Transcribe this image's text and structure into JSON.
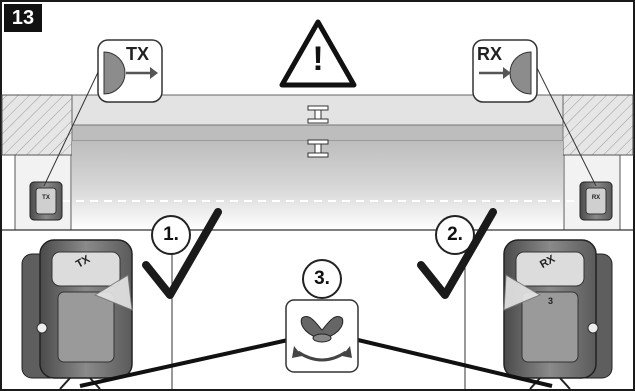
{
  "figure_number": "13",
  "tx_label": "TX",
  "rx_label": "RX",
  "steps": [
    "1.",
    "2.",
    "3."
  ],
  "device_tx_tag": "TX",
  "device_rx_tag": "RX",
  "device_rx_marker": "3",
  "warning_symbol": "!",
  "icons": [
    "warning-icon",
    "tx-transmitter-icon",
    "rx-receiver-icon",
    "checkmark-icon",
    "wing-nut-icon",
    "rotate-arrow-icon"
  ],
  "colors": {
    "frame": "#1a1a1a",
    "gate": "#c8c8c8",
    "wall": "#e0e0e0",
    "device": "#6e6e6e"
  }
}
